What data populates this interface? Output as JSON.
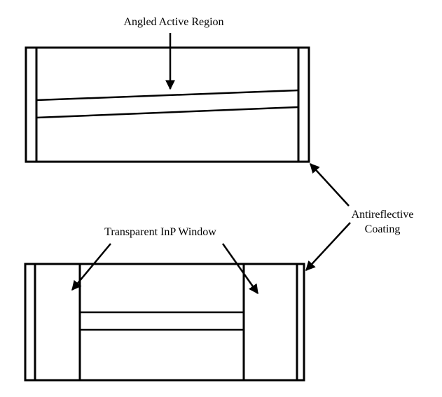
{
  "labels": {
    "angled_active_region": "Angled Active Region",
    "antireflective_line1": "Antireflective",
    "antireflective_line2": "Coating",
    "transparent_inp_window": "Transparent InP Window"
  },
  "colors": {
    "line": "#000000",
    "background": "#ffffff"
  }
}
